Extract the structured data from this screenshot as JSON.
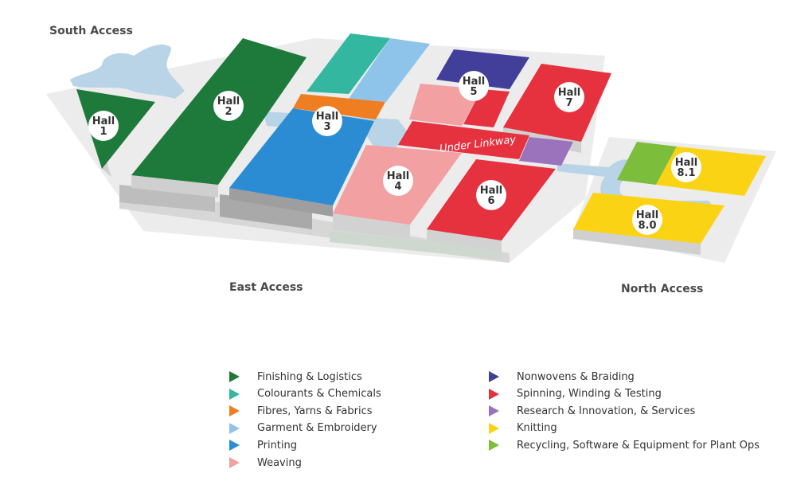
{
  "access": {
    "south": "South Access",
    "east": "East Access",
    "north": "North Access"
  },
  "halls": {
    "h1": {
      "line1": "Hall",
      "line2": "1"
    },
    "h2": {
      "line1": "Hall",
      "line2": "2"
    },
    "h3": {
      "line1": "Hall",
      "line2": "3"
    },
    "h4": {
      "line1": "Hall",
      "line2": "4"
    },
    "h5": {
      "line1": "Hall",
      "line2": "5"
    },
    "h6": {
      "line1": "Hall",
      "line2": "6"
    },
    "h7": {
      "line1": "Hall",
      "line2": "7"
    },
    "h81": {
      "line1": "Hall",
      "line2": "8.1"
    },
    "h80": {
      "line1": "Hall",
      "line2": "8.0"
    }
  },
  "linkway": "Under Linkway",
  "colors": {
    "finishing": "#1e7a3a",
    "colourants": "#33b7a0",
    "fibres": "#ef7d22",
    "garment": "#8fc4ea",
    "printing": "#2b8bd3",
    "weaving": "#f2a0a2",
    "nonwovens": "#413f9a",
    "spinning": "#e5323e",
    "research": "#9b72bc",
    "knitting": "#fad414",
    "recycling": "#7dbd3c",
    "walkway": "#b9d4e6",
    "ground": "#ececec"
  },
  "legend": {
    "left": [
      {
        "label": "Finishing & Logistics",
        "color": "#1e7a3a"
      },
      {
        "label": "Colourants & Chemicals",
        "color": "#33b7a0"
      },
      {
        "label": "Fibres, Yarns & Fabrics",
        "color": "#ef7d22"
      },
      {
        "label": "Garment & Embroidery",
        "color": "#8fc4ea"
      },
      {
        "label": "Printing",
        "color": "#2b8bd3"
      },
      {
        "label": "Weaving",
        "color": "#f2a0a2"
      }
    ],
    "right": [
      {
        "label": "Nonwovens & Braiding",
        "color": "#413f9a"
      },
      {
        "label": "Spinning, Winding & Testing",
        "color": "#e5323e"
      },
      {
        "label": "Research & Innovation, & Services",
        "color": "#9b72bc"
      },
      {
        "label": "Knitting",
        "color": "#fad414"
      },
      {
        "label": "Recycling, Software & Equipment for Plant Ops",
        "color": "#7dbd3c"
      }
    ]
  }
}
